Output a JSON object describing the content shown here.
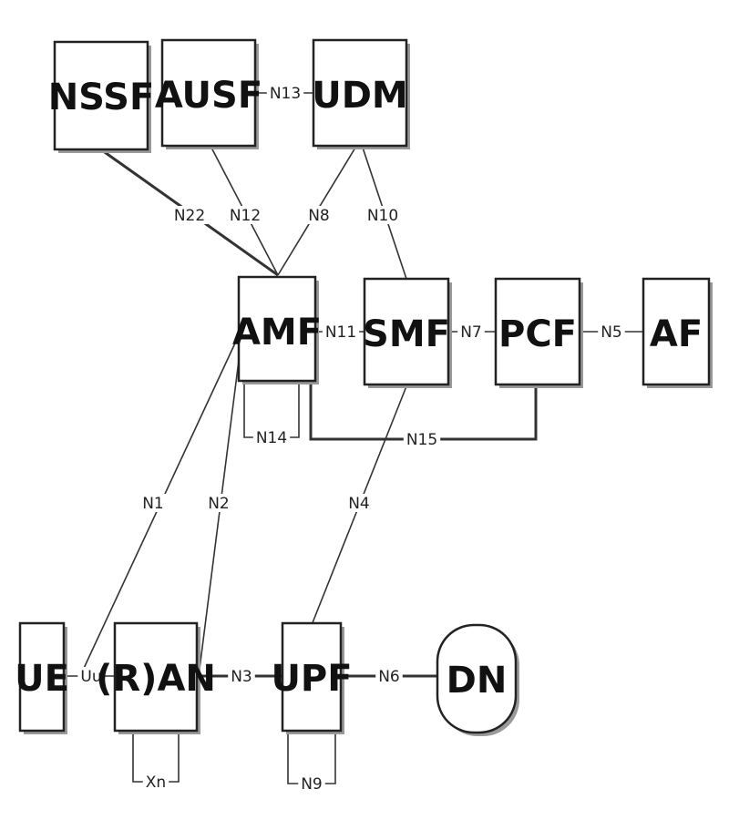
{
  "nodes": {
    "nssf": "NSSF",
    "ausf": "AUSF",
    "udm": "UDM",
    "amf": "AMF",
    "smf": "SMF",
    "pcf": "PCF",
    "af": "AF",
    "ue": "UE",
    "ran": "(R)AN",
    "upf": "UPF",
    "dn": "DN"
  },
  "interfaces": {
    "n1": "N1",
    "n2": "N2",
    "n3": "N3",
    "n4": "N4",
    "n5": "N5",
    "n6": "N6",
    "n7": "N7",
    "n8": "N8",
    "n9": "N9",
    "n10": "N10",
    "n11": "N11",
    "n12": "N12",
    "n13": "N13",
    "n14": "N14",
    "n15": "N15",
    "n22": "N22",
    "uu": "Uu",
    "xn": "Xn"
  }
}
